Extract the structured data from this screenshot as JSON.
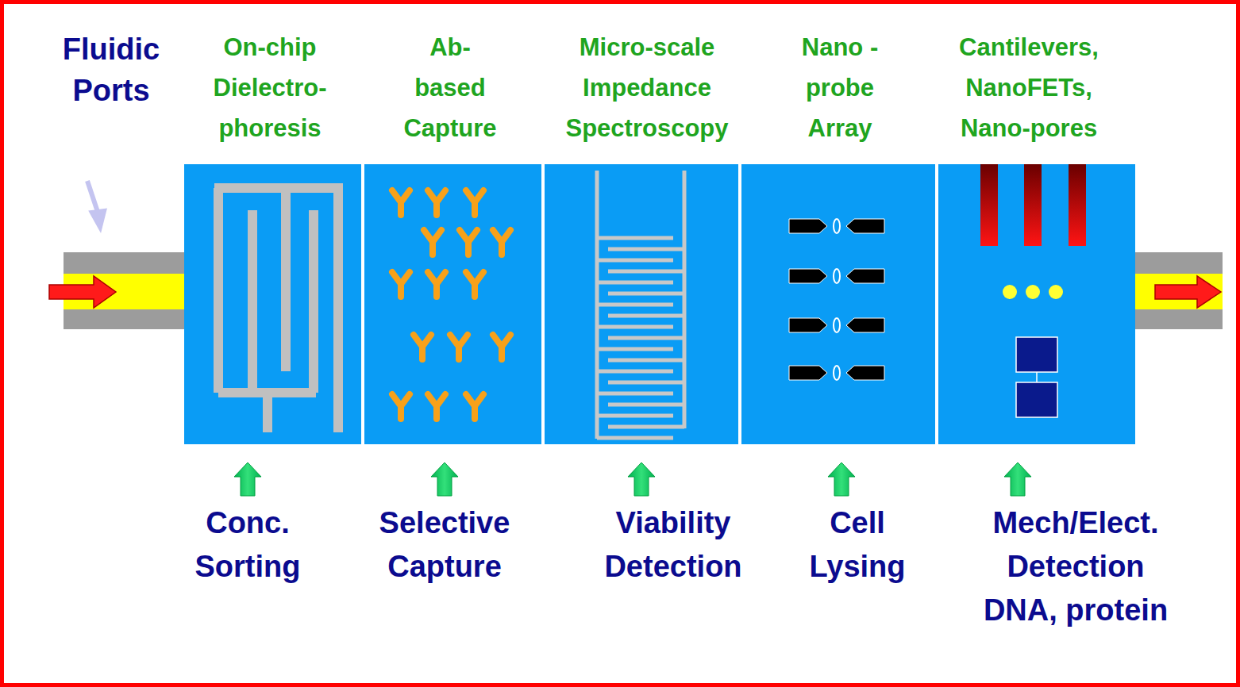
{
  "diagram": {
    "nodes": [
      {
        "text": [
          "On-chip Dielectro- phoresis",
          "Conc. Sorting"
        ]
      },
      {
        "text": [
          "Ab- based Capture",
          "Selective Capture"
        ]
      },
      {
        "text": [
          "Micro-scale Impedance Spectroscopy",
          "Viability Detection"
        ]
      },
      {
        "text": [
          "Nano -probe Array",
          "Cell Lysing"
        ]
      },
      {
        "text": [
          "Cantilevers, NanoFETs, Nano-pores",
          "Mech/Elect. Detection DNA, protein"
        ]
      }
    ],
    "labels": [
      "Fluidic Ports"
    ]
  }
}
